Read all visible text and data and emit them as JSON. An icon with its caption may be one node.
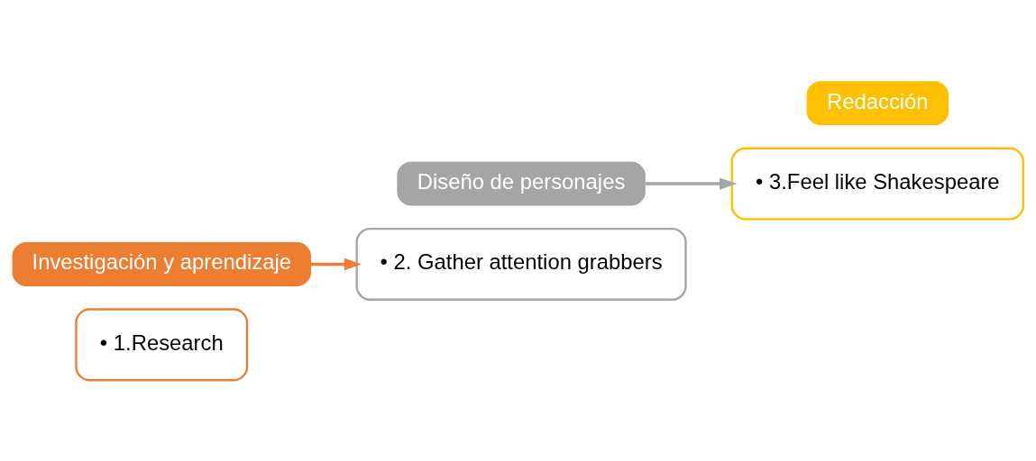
{
  "diagram": {
    "nodes": [
      {
        "text": [
          "• 1.Research"
        ]
      },
      {
        "text": [
          "Investigación y aprendizaje"
        ]
      },
      {
        "text": [
          "• 2. Gather attention grabbers"
        ]
      },
      {
        "text": [
          "Diseño de personajes"
        ]
      },
      {
        "text": [
          "• 3.Feel like Shakespeare"
        ]
      },
      {
        "text": [
          "Redacción"
        ]
      }
    ],
    "edges": [
      {
        "from": 1,
        "to": 2,
        "arrow": "to",
        "color": "#ed7d31"
      },
      {
        "from": 3,
        "to": 4,
        "arrow": "to",
        "color": "#a5a5a5"
      }
    ]
  }
}
